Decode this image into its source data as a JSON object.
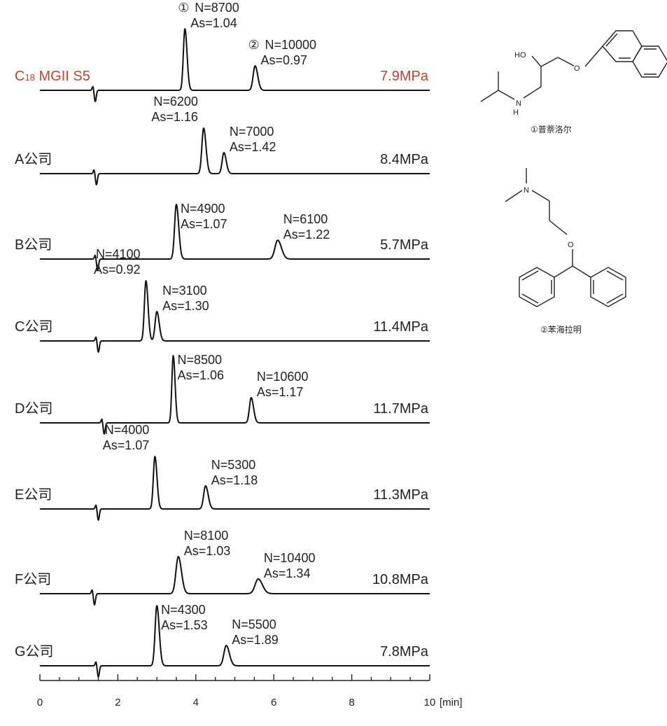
{
  "chart_data": {
    "type": "line",
    "xlabel": "[min]",
    "xlim": [
      0,
      10
    ],
    "xticks": [
      "0",
      "2",
      "4",
      "6",
      "8",
      "10"
    ],
    "highlight_color": "#c8412c",
    "series": [
      {
        "name": "C18 MGII S5",
        "label_main": "C",
        "label_sub": "18",
        "label_rest": " MGII S5",
        "pressure": "7.9MPa",
        "highlight": true,
        "dip": 1.42,
        "peaks": [
          {
            "compound": "①",
            "time": 3.72,
            "height": 88,
            "width": 0.04,
            "N": "N=8700",
            "As": "As=1.04"
          },
          {
            "compound": "②",
            "time": 5.52,
            "height": 35,
            "width": 0.05,
            "N": "N=10000",
            "As": "As=0.97"
          }
        ]
      },
      {
        "name": "A公司",
        "pressure": "8.4MPa",
        "dip": 1.45,
        "peaks": [
          {
            "time": 4.2,
            "height": 65,
            "width": 0.045,
            "N": "N=6200",
            "As": "As=1.16"
          },
          {
            "time": 4.72,
            "height": 30,
            "width": 0.045,
            "N": "N=7000",
            "As": "As=1.42"
          }
        ]
      },
      {
        "name": "B公司",
        "pressure": "5.7MPa",
        "dip": 1.48,
        "peaks": [
          {
            "time": 3.5,
            "height": 78,
            "width": 0.045,
            "N": "N=4900",
            "As": "As=1.07"
          },
          {
            "time": 6.1,
            "height": 27,
            "width": 0.07,
            "N": "N=6100",
            "As": "As=1.22"
          }
        ]
      },
      {
        "name": "C公司",
        "pressure": "11.4MPa",
        "dip": 1.5,
        "peaks": [
          {
            "time": 2.72,
            "height": 86,
            "width": 0.04,
            "N": "N=4100",
            "As": "As=0.92"
          },
          {
            "time": 3.0,
            "height": 42,
            "width": 0.045,
            "N": "N=3100",
            "As": "As=1.30"
          }
        ]
      },
      {
        "name": "D公司",
        "pressure": "11.7MPa",
        "dip": 1.65,
        "peaks": [
          {
            "time": 3.42,
            "height": 96,
            "width": 0.035,
            "N": "N=8500",
            "As": "As=1.06"
          },
          {
            "time": 5.42,
            "height": 36,
            "width": 0.045,
            "N": "N=10600",
            "As": "As=1.17"
          }
        ]
      },
      {
        "name": "E公司",
        "pressure": "11.3MPa",
        "dip": 1.5,
        "peaks": [
          {
            "time": 2.95,
            "height": 75,
            "width": 0.04,
            "N": "N=4000",
            "As": "As=1.07"
          },
          {
            "time": 4.25,
            "height": 33,
            "width": 0.05,
            "N": "N=5300",
            "As": "As=1.18"
          }
        ]
      },
      {
        "name": "F公司",
        "pressure": "10.8MPa",
        "dip": 1.4,
        "peaks": [
          {
            "time": 3.55,
            "height": 53,
            "width": 0.06,
            "N": "N=8100",
            "As": "As=1.03"
          },
          {
            "time": 5.6,
            "height": 21,
            "width": 0.08,
            "N": "N=10400",
            "As": "As=1.34"
          }
        ]
      },
      {
        "name": "G公司",
        "pressure": "7.8MPa",
        "dip": 1.5,
        "peaks": [
          {
            "time": 3.0,
            "height": 86,
            "width": 0.045,
            "N": "N=4300",
            "As": "As=1.53"
          },
          {
            "time": 4.78,
            "height": 29,
            "width": 0.06,
            "N": "N=5500",
            "As": "As=1.89"
          }
        ]
      }
    ]
  },
  "structures": {
    "compound1": {
      "caption": "①普萘洛尔",
      "atoms": {
        "ho": "HO",
        "o": "O",
        "nh_n": "N",
        "nh_h": "H"
      }
    },
    "compound2": {
      "caption": "②苯海拉明",
      "atoms": {
        "n": "N",
        "o": "O"
      }
    }
  }
}
